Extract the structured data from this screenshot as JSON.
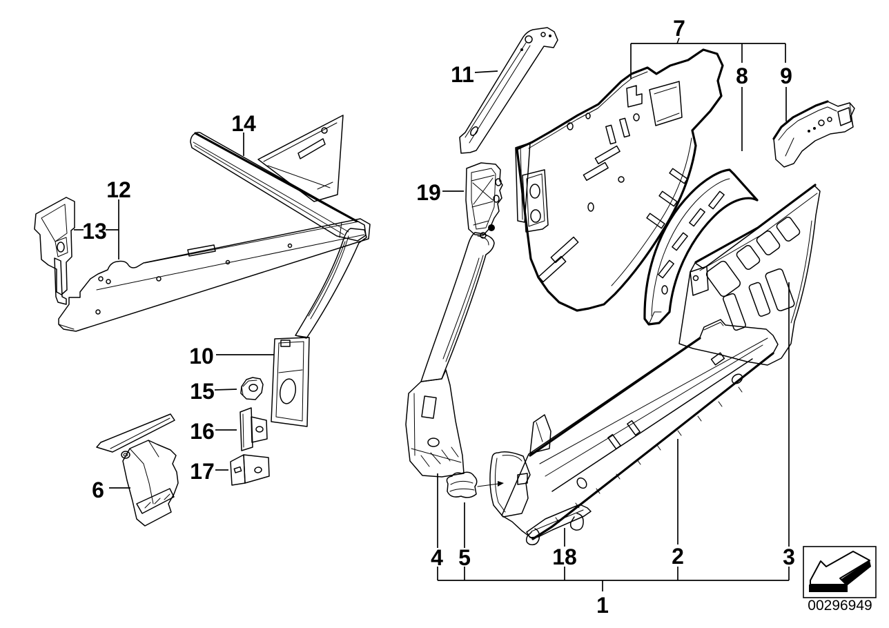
{
  "diagram": {
    "type": "exploded-parts-line-drawing",
    "callouts": {
      "c1": {
        "label": "1"
      },
      "c2": {
        "label": "2"
      },
      "c3": {
        "label": "3"
      },
      "c4": {
        "label": "4"
      },
      "c5": {
        "label": "5"
      },
      "c6": {
        "label": "6"
      },
      "c7": {
        "label": "7"
      },
      "c8": {
        "label": "8"
      },
      "c9": {
        "label": "9"
      },
      "c10": {
        "label": "10"
      },
      "c11": {
        "label": "11"
      },
      "c12": {
        "label": "12"
      },
      "c13": {
        "label": "13"
      },
      "c14": {
        "label": "14"
      },
      "c15": {
        "label": "15"
      },
      "c16": {
        "label": "16"
      },
      "c17": {
        "label": "17"
      },
      "c18": {
        "label": "18"
      },
      "c19": {
        "label": "19"
      }
    }
  },
  "legend": {
    "part_number": "00296949",
    "icon": "direction-arrow-3d-down-left"
  },
  "colors": {
    "line": "#000000",
    "background": "#ffffff"
  }
}
